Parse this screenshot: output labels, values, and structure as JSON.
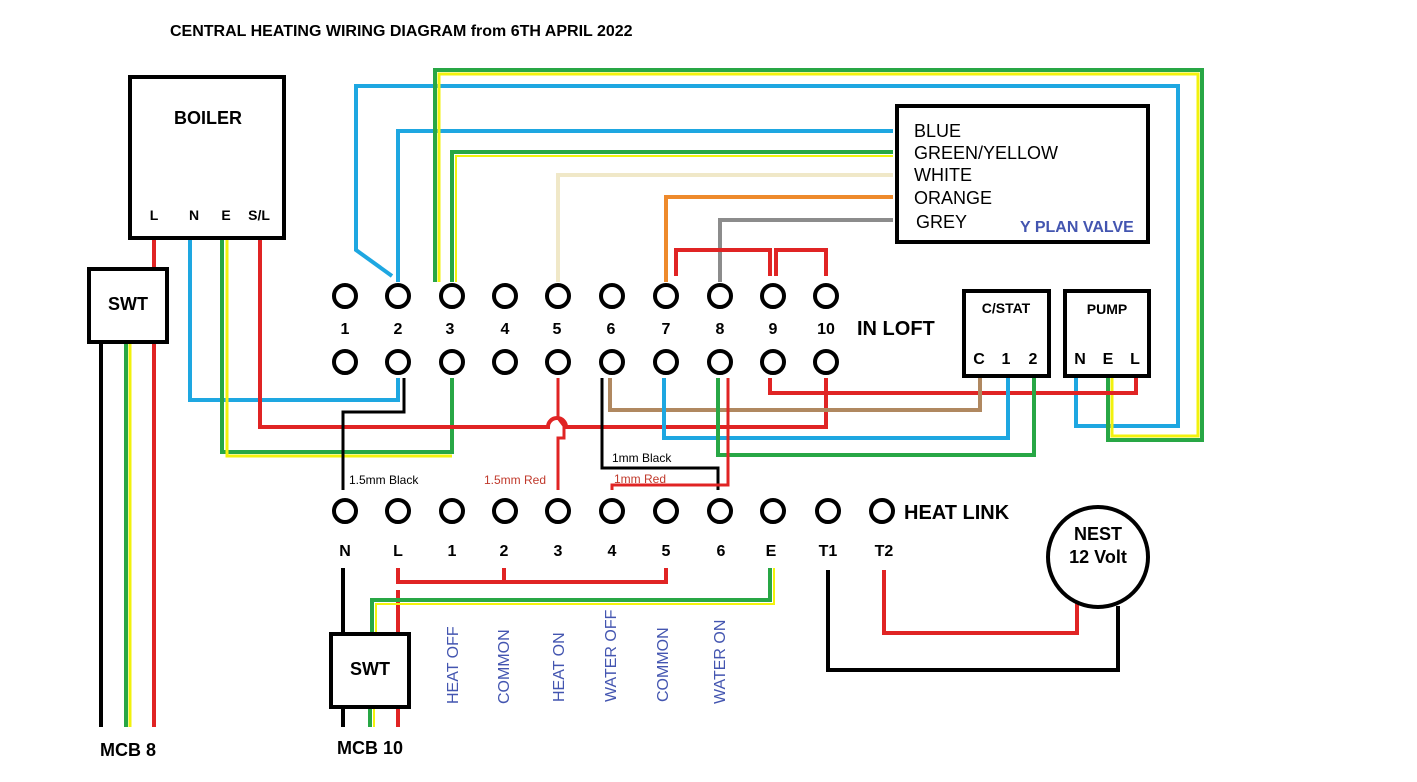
{
  "title": "CENTRAL HEATING WIRING DIAGRAM from 6TH APRIL 2022",
  "colors": {
    "blue": "#1ea7e1",
    "green": "#28a745",
    "yellow": "#f2f20c",
    "red": "#e02424",
    "black": "#000000",
    "brown": "#b08860",
    "orange": "#ee8a2c",
    "grey": "#8c8c8c",
    "white_wire": "#f0e8c8",
    "label_blue": "#4355b0"
  },
  "boiler": {
    "label": "BOILER",
    "terminals": [
      "L",
      "N",
      "E",
      "S/L"
    ]
  },
  "swt_left": {
    "label": "SWT",
    "mcb": "MCB 8"
  },
  "swt_bottom": {
    "label": "SWT",
    "mcb": "MCB 10"
  },
  "y_plan_valve": {
    "wires": [
      "BLUE",
      "GREEN/YELLOW",
      "WHITE",
      "ORANGE",
      "GREY"
    ],
    "label": "Y PLAN VALVE"
  },
  "loft_block": {
    "label": "IN LOFT",
    "numbers": [
      "1",
      "2",
      "3",
      "4",
      "5",
      "6",
      "7",
      "8",
      "9",
      "10"
    ]
  },
  "cstat": {
    "label": "C/STAT",
    "terminals": [
      "C",
      "1",
      "2"
    ]
  },
  "pump": {
    "label": "PUMP",
    "terminals": [
      "N",
      "E",
      "L"
    ]
  },
  "heatlink": {
    "label": "HEAT LINK",
    "terminals": [
      "N",
      "L",
      "1",
      "2",
      "3",
      "4",
      "5",
      "6",
      "E",
      "T1",
      "T2"
    ],
    "functions": [
      "HEAT OFF",
      "COMMON",
      "HEAT ON",
      "WATER OFF",
      "COMMON",
      "WATER ON"
    ]
  },
  "nest": {
    "line1": "NEST",
    "line2": "12 Volt"
  },
  "wire_labels": {
    "black_15": "1.5mm Black",
    "red_15": "1.5mm Red",
    "black_1": "1mm Black",
    "red_1": "1mm Red"
  }
}
